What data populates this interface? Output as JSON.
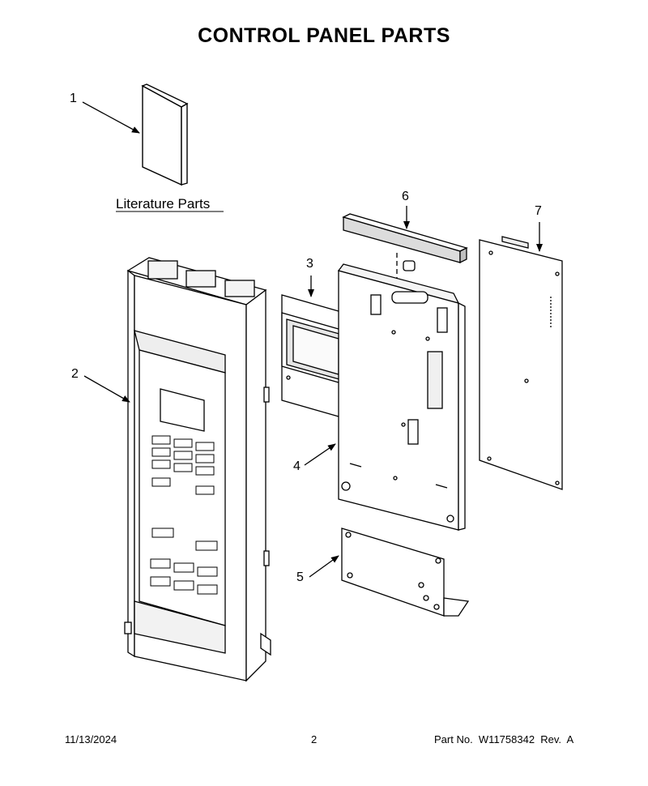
{
  "title": "CONTROL PANEL PARTS",
  "callouts": {
    "c1": "1",
    "c2": "2",
    "c3": "3",
    "c4": "4",
    "c5": "5",
    "c6": "6",
    "c7": "7"
  },
  "literature_label": "Literature Parts",
  "footer": {
    "date": "11/13/2024",
    "page": "2",
    "part_no": "Part No.  W11758342  Rev.  A"
  }
}
